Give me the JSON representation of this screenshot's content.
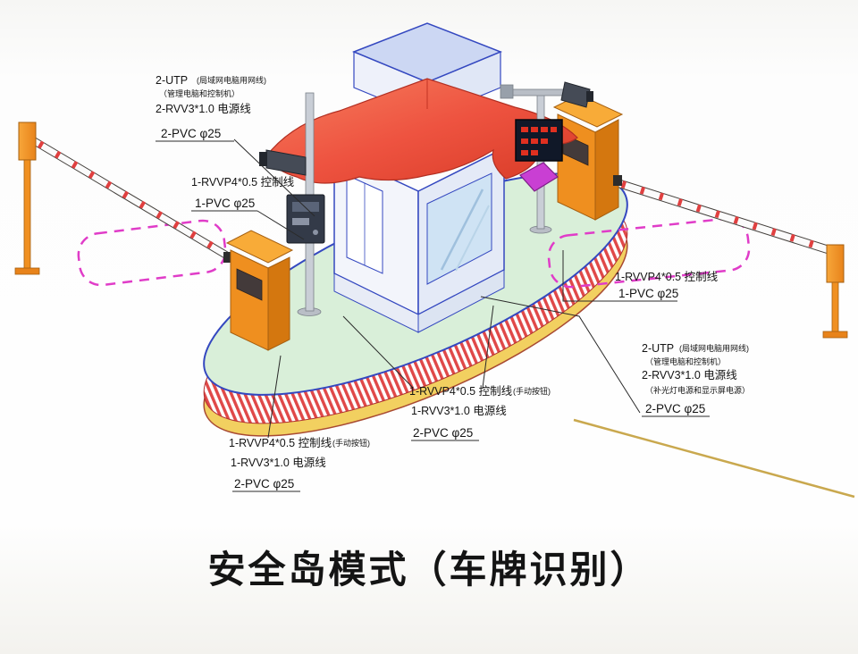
{
  "title": "安全岛模式（车牌识别）",
  "callouts": {
    "top_left": {
      "utp": "2-UTP",
      "utp_note": "(局域网电脑用网线)",
      "note2": "（管理电脑和控制机）",
      "power": "2-RVV3*1.0 电源线",
      "conduit": "2-PVC φ25"
    },
    "left_mid": {
      "control": "1-RVVP4*0.5 控制线",
      "conduit": "1-PVC φ25"
    },
    "right_mid": {
      "control": "1-RVVP4*0.5 控制线",
      "conduit": "1-PVC φ25"
    },
    "right_lower": {
      "utp": "2-UTP",
      "utp_note": "(局域网电脑用网线)",
      "note2": "（管理电脑和控制机）",
      "power": "2-RVV3*1.0 电源线",
      "power_note": "（补光灯电源和显示屏电源）",
      "conduit": "2-PVC φ25"
    },
    "center_bottom": {
      "control": "1-RVVP4*0.5 控制线",
      "control_note": "(手动按钮)",
      "power": "1-RVV3*1.0 电源线",
      "conduit": "2-PVC φ25"
    },
    "left_bottom": {
      "control": "1-RVVP4*0.5 控制线",
      "control_note": "(手动按钮)",
      "power": "1-RVV3*1.0 电源线",
      "conduit": "2-PVC φ25"
    }
  },
  "colors": {
    "canopy_red": "#e8503c",
    "cabinet_orange": "#f09021",
    "island_green": "#d9efd9",
    "stripe_red": "#e04848",
    "trim_yellow": "#f2d060",
    "loop_magenta": "#e03cc8",
    "outline_blue": "#3448c0"
  }
}
